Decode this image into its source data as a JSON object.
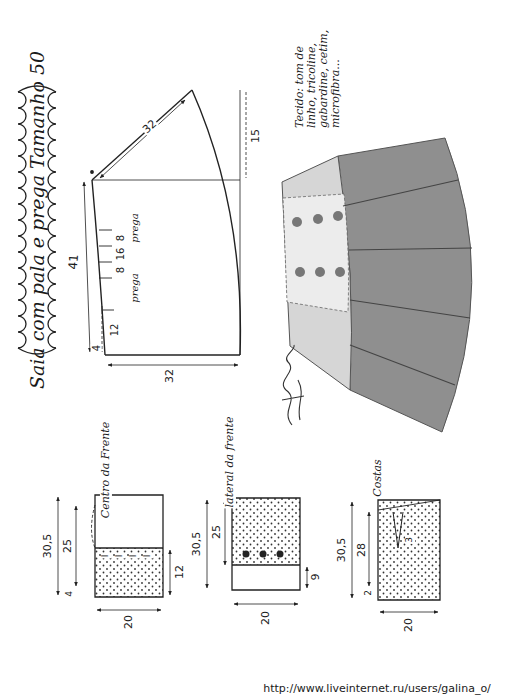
{
  "diagram": {
    "title": "Saia com pala e prega Tamanho 50",
    "labels": [
      "32",
      "15",
      "41",
      "4",
      "12",
      "8",
      "16",
      "8",
      "prega",
      "prega",
      "32",
      "Tecido: tom de linho, tricoline, gabardine, cetim, microfibra...",
      "Centro da Frente",
      "30,5",
      "25",
      "4",
      "12",
      "20",
      "I",
      "I",
      "I",
      "I",
      "lateral da frente",
      "30,5",
      "25",
      "9",
      "20",
      "Costas",
      "30,5",
      "28",
      "2",
      "3",
      "20",
      "http://www.liveinternet.ru/users/galina_o/"
    ]
  }
}
